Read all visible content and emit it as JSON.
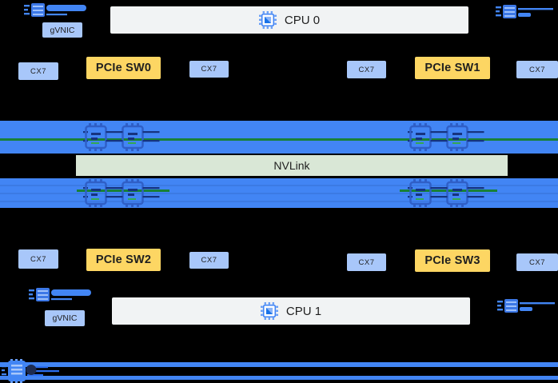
{
  "diagram": {
    "cpus": [
      {
        "label": "CPU 0"
      },
      {
        "label": "CPU 1"
      }
    ],
    "pcie_switches": [
      {
        "label": "PCIe SW0"
      },
      {
        "label": "PCIe SW1"
      },
      {
        "label": "PCIe SW2"
      },
      {
        "label": "PCIe SW3"
      }
    ],
    "nics": [
      {
        "label": "CX7"
      },
      {
        "label": "CX7"
      },
      {
        "label": "CX7"
      },
      {
        "label": "CX7"
      },
      {
        "label": "CX7"
      },
      {
        "label": "CX7"
      },
      {
        "label": "CX7"
      },
      {
        "label": "CX7"
      }
    ],
    "gvnics": [
      {
        "label": "gVNIC"
      },
      {
        "label": "gVNIC"
      }
    ],
    "nvlink": {
      "label": "NVLink"
    },
    "icons": {
      "cpu": "cpu-chip-icon",
      "gpu": "gpu-chip-icon",
      "nic_card": "nic-card-icon",
      "speed_lines": "speed-lines-icon"
    },
    "colors": {
      "background": "#000000",
      "gpu_band": "#4285F4",
      "nvlink_band": "#D9E7D6",
      "nvlink_line": "#188038",
      "nic_box": "#A8C7FA",
      "pcie_switch_box": "#FDD663",
      "cpu_box": "#F1F3F4",
      "text": "#1F1F1F"
    }
  }
}
